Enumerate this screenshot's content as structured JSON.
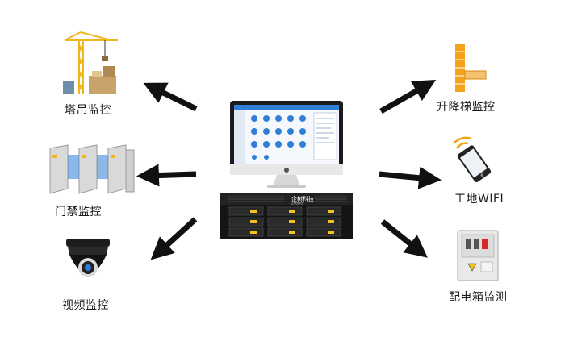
{
  "center": {
    "screen_title": "",
    "brand_text": "企树科技",
    "brand_sub": "ZOSHU"
  },
  "nodes": {
    "tower_crane": {
      "label": "塔吊监控",
      "icon": "tower-crane-icon"
    },
    "gate": {
      "label": "门禁监控",
      "icon": "turnstile-gate-icon"
    },
    "video": {
      "label": "视频监控",
      "icon": "dome-camera-icon"
    },
    "elevator": {
      "label": "升降梯监控",
      "icon": "construction-elevator-icon"
    },
    "wifi": {
      "label": "工地WIFI",
      "icon": "smartphone-wifi-icon"
    },
    "distribution_box": {
      "label": "配电箱监测",
      "icon": "distribution-box-icon"
    }
  },
  "colors": {
    "arrow": "#111111",
    "screen_blue": "#2f7fd8",
    "panel_dark": "#1b1b1b",
    "crane_yellow": "#f2b51d",
    "elevator_orange": "#f4a21a"
  }
}
